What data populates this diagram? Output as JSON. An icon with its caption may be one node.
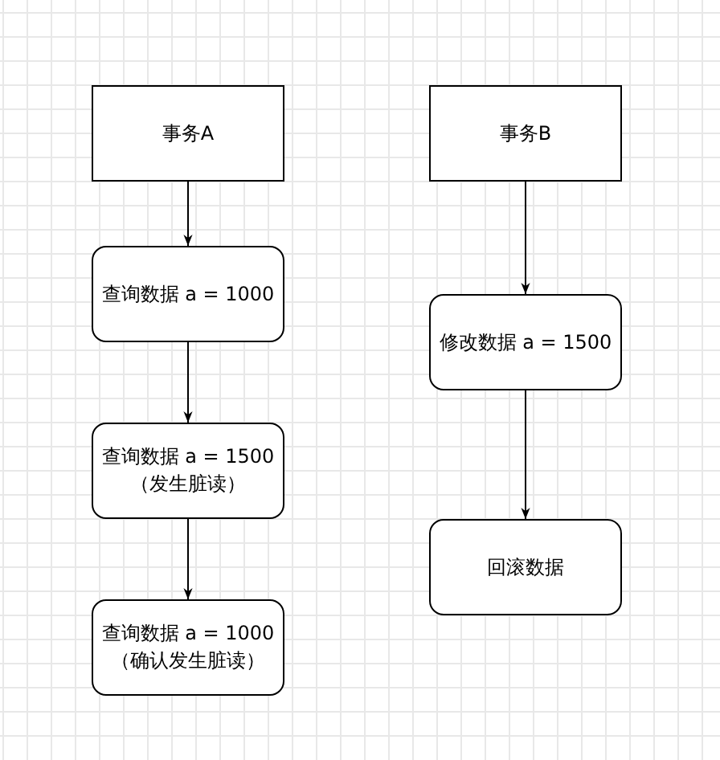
{
  "diagram": {
    "nodes": [
      {
        "text": [
          "事务A"
        ]
      },
      {
        "text": [
          "查询数据 a = 1000"
        ]
      },
      {
        "text": [
          "查询数据 a = 1500",
          "（发生脏读）"
        ]
      },
      {
        "text": [
          "查询数据 a = 1000",
          "（确认发生脏读）"
        ]
      },
      {
        "text": [
          "事务B"
        ]
      },
      {
        "text": [
          "修改数据 a = 1500"
        ]
      },
      {
        "text": [
          "回滚数据"
        ]
      }
    ],
    "edges": [
      {
        "from": 0,
        "to": 1,
        "arrow": "to"
      },
      {
        "from": 1,
        "to": 2,
        "arrow": "to"
      },
      {
        "from": 2,
        "to": 3,
        "arrow": "to"
      },
      {
        "from": 4,
        "to": 5,
        "arrow": "to"
      },
      {
        "from": 5,
        "to": 6,
        "arrow": "to"
      }
    ]
  }
}
